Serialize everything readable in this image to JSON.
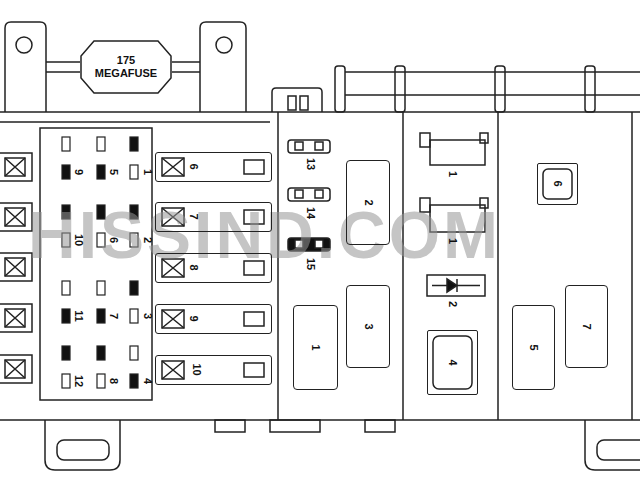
{
  "diagram": {
    "nodes": [
      {
        "text": [
          "175 MEGAFUSE"
        ]
      },
      {
        "text": [
          "6"
        ]
      },
      {
        "text": [
          "7"
        ]
      },
      {
        "text": [
          "8"
        ]
      },
      {
        "text": [
          "9"
        ]
      },
      {
        "text": [
          "10"
        ]
      },
      {
        "text": [
          "2"
        ]
      },
      {
        "text": [
          "1"
        ]
      },
      {
        "text": [
          "3"
        ]
      },
      {
        "text": [
          "4"
        ]
      },
      {
        "text": [
          "6"
        ]
      },
      {
        "text": [
          "5"
        ]
      },
      {
        "text": [
          "7"
        ]
      }
    ],
    "labels": [
      "9",
      "5",
      "1",
      "10",
      "6",
      "2",
      "11",
      "7",
      "3",
      "12",
      "8",
      "4",
      "13",
      "14",
      "15",
      "1",
      "1",
      "2",
      "HISSIND.COM"
    ]
  }
}
